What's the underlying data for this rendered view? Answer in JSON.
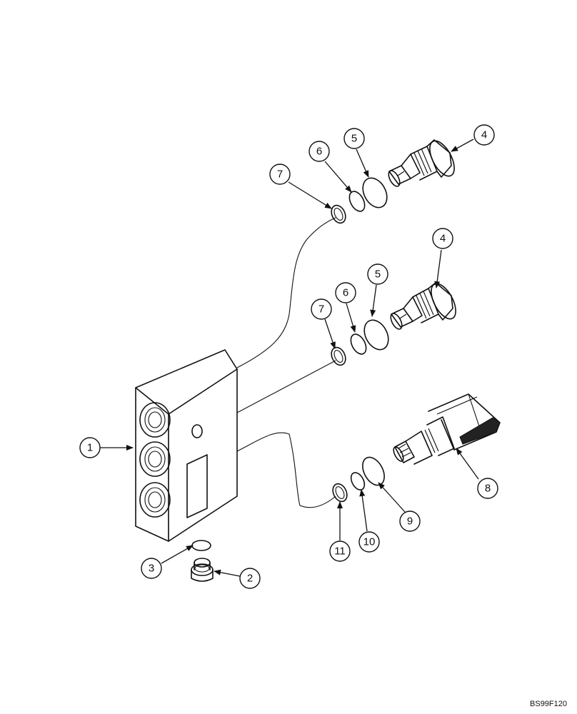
{
  "callouts": {
    "c1": "1",
    "c2": "2",
    "c3": "3",
    "c4a": "4",
    "c4b": "4",
    "c5a": "5",
    "c5b": "5",
    "c6a": "6",
    "c6b": "6",
    "c7a": "7",
    "c7b": "7",
    "c8": "8",
    "c9": "9",
    "c10": "10",
    "c11": "11"
  },
  "reference_code": "BS99F120"
}
